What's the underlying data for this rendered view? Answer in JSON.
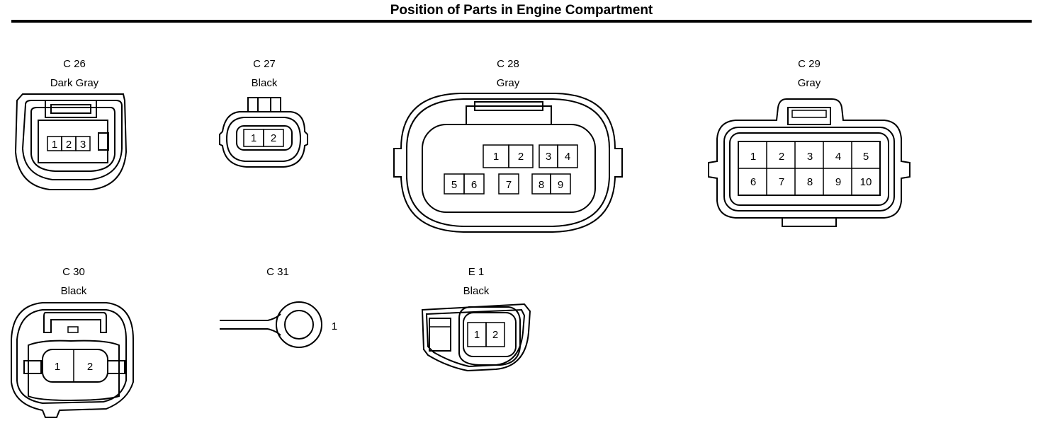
{
  "title": "Position of Parts in Engine Compartment",
  "connectors": [
    {
      "id": "C 26",
      "color": "Dark Gray",
      "pins": [
        "1",
        "2",
        "3"
      ]
    },
    {
      "id": "C 27",
      "color": "Black",
      "pins": [
        "1",
        "2"
      ]
    },
    {
      "id": "C 28",
      "color": "Gray",
      "pins": [
        "1",
        "2",
        "3",
        "4",
        "5",
        "6",
        "7",
        "8",
        "9"
      ]
    },
    {
      "id": "C 29",
      "color": "Gray",
      "pins": [
        "1",
        "2",
        "3",
        "4",
        "5",
        "6",
        "7",
        "8",
        "9",
        "10"
      ]
    },
    {
      "id": "C 30",
      "color": "Black",
      "pins": [
        "1",
        "2"
      ]
    },
    {
      "id": "C 31",
      "color": "",
      "pins": [
        "1"
      ]
    },
    {
      "id": "E 1",
      "color": "Black",
      "pins": [
        "1",
        "2"
      ]
    }
  ]
}
